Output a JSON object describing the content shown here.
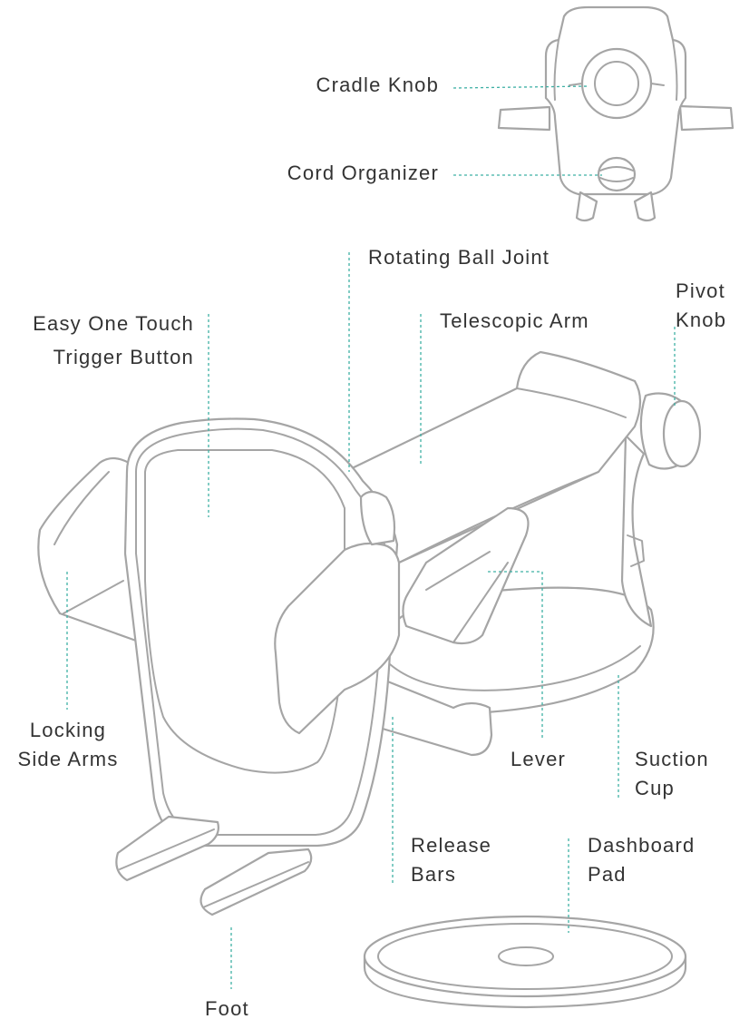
{
  "diagram": {
    "accent_color": "#3fb0a5",
    "labels": {
      "cradle_knob": "Cradle Knob",
      "cord_organizer": "Cord Organizer",
      "rotating_ball_joint": "Rotating Ball Joint",
      "easy_one_touch_1": "Easy One Touch",
      "easy_one_touch_2": "Trigger Button",
      "telescopic_arm": "Telescopic Arm",
      "pivot_knob_1": "Pivot",
      "pivot_knob_2": "Knob",
      "locking_side_arms_1": "Locking",
      "locking_side_arms_2": "Side Arms",
      "lever": "Lever",
      "suction_cup_1": "Suction",
      "suction_cup_2": "Cup",
      "release_bars_1": "Release",
      "release_bars_2": "Bars",
      "dashboard_pad_1": "Dashboard",
      "dashboard_pad_2": "Pad",
      "foot": "Foot"
    }
  }
}
